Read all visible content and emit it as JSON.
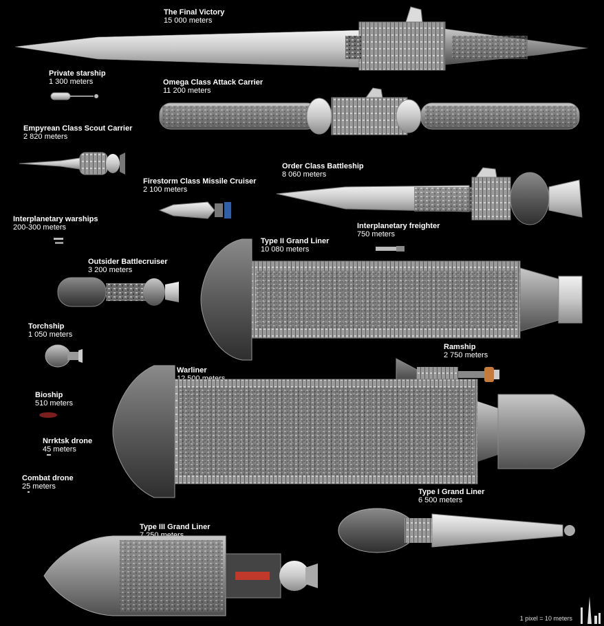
{
  "ships": [
    {
      "id": "final-victory",
      "name": "The Final Victory",
      "size": "15 000 meters"
    },
    {
      "id": "private-starship",
      "name": "Private starship",
      "size": "1 300 meters"
    },
    {
      "id": "omega",
      "name": "Omega Class Attack Carrier",
      "size": "11 200 meters"
    },
    {
      "id": "empyrean",
      "name": "Empyrean Class Scout Carrier",
      "size": "2 820 meters"
    },
    {
      "id": "firestorm",
      "name": "Firestorm Class Missile Cruiser",
      "size": "2 100 meters"
    },
    {
      "id": "order",
      "name": "Order Class Battleship",
      "size": "8 060 meters"
    },
    {
      "id": "interplanetary-warships",
      "name": "Interplanetary warships",
      "size": "200-300 meters"
    },
    {
      "id": "interplanetary-freighter",
      "name": "Interplanetary freighter",
      "size": "750 meters"
    },
    {
      "id": "type2",
      "name": "Type II Grand Liner",
      "size": "10 080 meters"
    },
    {
      "id": "outsider",
      "name": "Outsider Battlecruiser",
      "size": "3 200 meters"
    },
    {
      "id": "torchship",
      "name": "Torchship",
      "size": "1 050 meters"
    },
    {
      "id": "ramship",
      "name": "Ramship",
      "size": "2 750 meters"
    },
    {
      "id": "warliner",
      "name": "Warliner",
      "size": "12 500 meters"
    },
    {
      "id": "bioship",
      "name": "Bioship",
      "size": "510 meters"
    },
    {
      "id": "nrrktsk",
      "name": "Nrrktsk drone",
      "size": "45 meters"
    },
    {
      "id": "combat-drone",
      "name": "Combat drone",
      "size": "25 meters"
    },
    {
      "id": "type1",
      "name": "Type I Grand Liner",
      "size": "6 500 meters"
    },
    {
      "id": "type3",
      "name": "Type III Grand Liner",
      "size": "7 250 meters"
    }
  ],
  "scale_note": "1 pixel = 10 meters",
  "colors": {
    "background": "#000000",
    "hull_light": "#d8d8d8",
    "hull_mid": "#9a9a9a",
    "hull_dark": "#4a4a4a",
    "text": "#ffffff",
    "bioship": "#7a1e1e",
    "ramship_accent": "#c77b3a",
    "freighter_accent": "#2e5fa8",
    "type3_accent": "#c0392b"
  }
}
